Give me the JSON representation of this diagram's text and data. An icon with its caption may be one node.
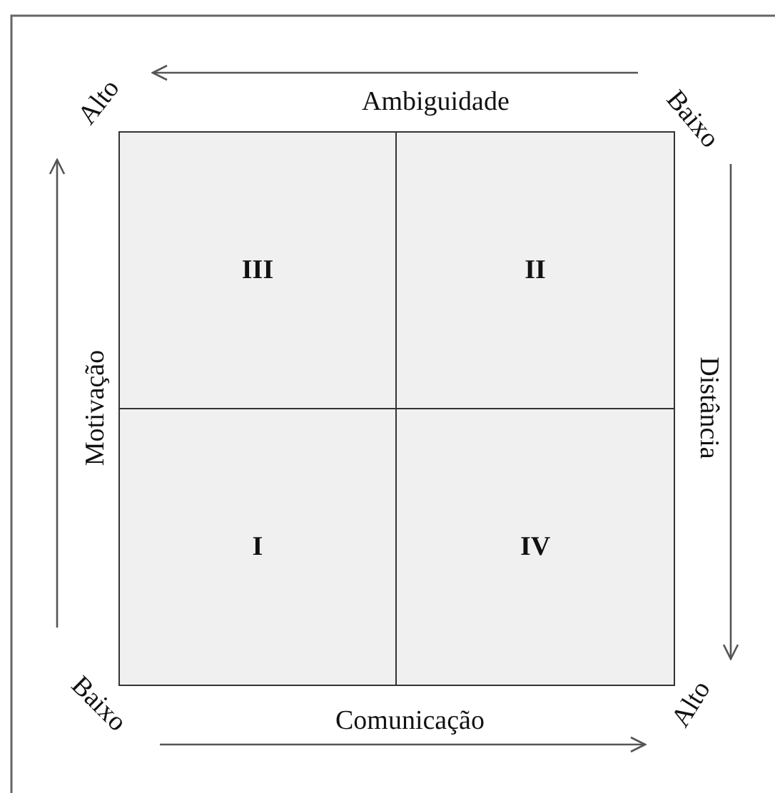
{
  "diagram": {
    "nodes": [
      {
        "text": [
          "III"
        ]
      },
      {
        "text": [
          "II"
        ]
      },
      {
        "text": [
          "I"
        ]
      },
      {
        "text": [
          "IV"
        ]
      }
    ],
    "labels": [
      "Alto",
      "Ambiguidade",
      "Baixo",
      "Motivação",
      "Distância",
      "Baixo",
      "Comunicação",
      "Alto"
    ]
  }
}
